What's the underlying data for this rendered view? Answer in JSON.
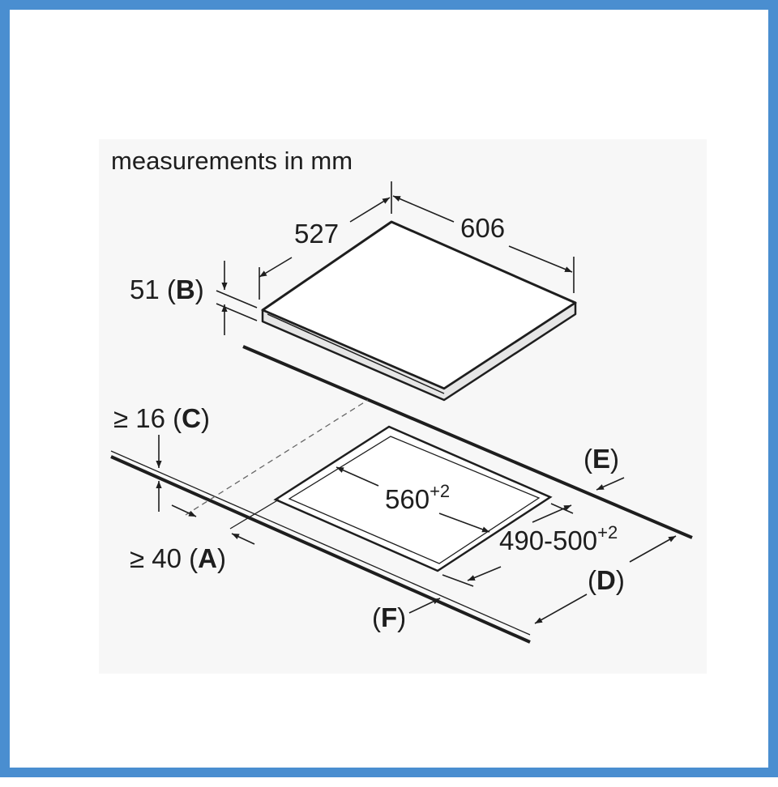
{
  "diagram": {
    "caption": "measurements in mm",
    "dimensions": {
      "depth": "527",
      "width": "606",
      "height": "51",
      "height_marker": "B",
      "cutout_width_base": "560",
      "cutout_width_tol": "+2",
      "cutout_depth_base": "490-500",
      "cutout_depth_tol": "+2",
      "rear_clearance_prefix": "≥ 16",
      "rear_clearance_marker": "C",
      "front_clearance_prefix": "≥ 40",
      "front_clearance_marker": "A"
    },
    "markers": {
      "e": "E",
      "d": "D",
      "f": "F"
    }
  }
}
